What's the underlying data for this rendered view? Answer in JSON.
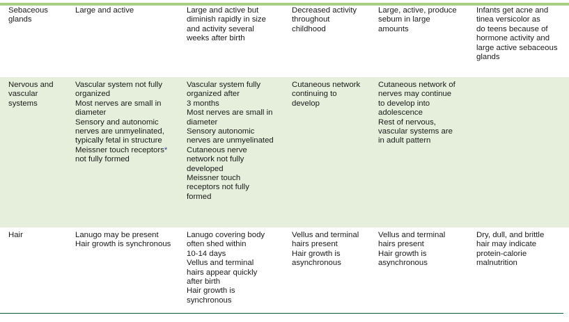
{
  "table": {
    "name": "skin-development-comparison-table",
    "colors": {
      "top_rule": "#a8cf86",
      "bottom_rule": "#0b5c33",
      "shaded_row_background": "#e6efdc",
      "page_background": "#ffffff",
      "text": "#1a1a1a",
      "footnote_marker": "#2b3a8f"
    },
    "rows": [
      {
        "shaded": false,
        "label": [
          "Sebaceous",
          "glands"
        ],
        "cells": [
          [
            "Large and active"
          ],
          [
            "Large and active but",
            "diminish rapidly in size",
            "and activity several",
            "weeks after birth"
          ],
          [
            "Decreased activity",
            "throughout",
            "childhood"
          ],
          [
            "Large, active, produce",
            "sebum in large",
            "amounts"
          ],
          [
            "Infants get acne and",
            "tinea versicolor as",
            "do teens because of",
            "hormone activity and",
            "large active sebaceous",
            "glands"
          ]
        ]
      },
      {
        "shaded": true,
        "label": [
          "Nervous and",
          "vascular",
          "systems"
        ],
        "cells": [
          [
            "Vascular system not fully",
            "organized",
            "Most nerves are small in",
            "diameter",
            "Sensory and autonomic",
            "nerves are unmyelinated,",
            "typically fetal in structure",
            "Meissner touch receptors*",
            "not fully formed"
          ],
          [
            "Vascular system fully",
            "organized after",
            "3 months",
            "Most nerves are small in",
            "diameter",
            "Sensory autonomic",
            "nerves are unmyelinated",
            "Cutaneous nerve",
            "network not fully",
            "developed",
            "Meissner touch",
            "receptors not fully",
            "formed"
          ],
          [
            "Cutaneous network",
            "continuing to",
            "develop"
          ],
          [
            "Cutaneous network of",
            "nerves may continue",
            "to develop into",
            "adolescence",
            "Rest of nervous,",
            "vascular systems are",
            "in adult pattern"
          ],
          []
        ]
      },
      {
        "shaded": false,
        "label": [
          "Hair"
        ],
        "cells": [
          [
            "Lanugo may be present",
            "Hair growth is synchronous"
          ],
          [
            "Lanugo covering body",
            "often shed within",
            "10-14 days",
            "Vellus and terminal",
            "hairs appear quickly",
            "after birth",
            "Hair growth is",
            "synchronous"
          ],
          [
            "Vellus and terminal",
            "hairs present",
            "Hair growth is",
            "asynchronous"
          ],
          [
            "Vellus and terminal",
            "hairs present",
            "Hair growth is",
            "asynchronous"
          ],
          [
            "Dry, dull, and brittle",
            "hair may indicate",
            "protein-calorie",
            "malnutrition"
          ]
        ]
      }
    ],
    "footnote_marker": "*"
  }
}
